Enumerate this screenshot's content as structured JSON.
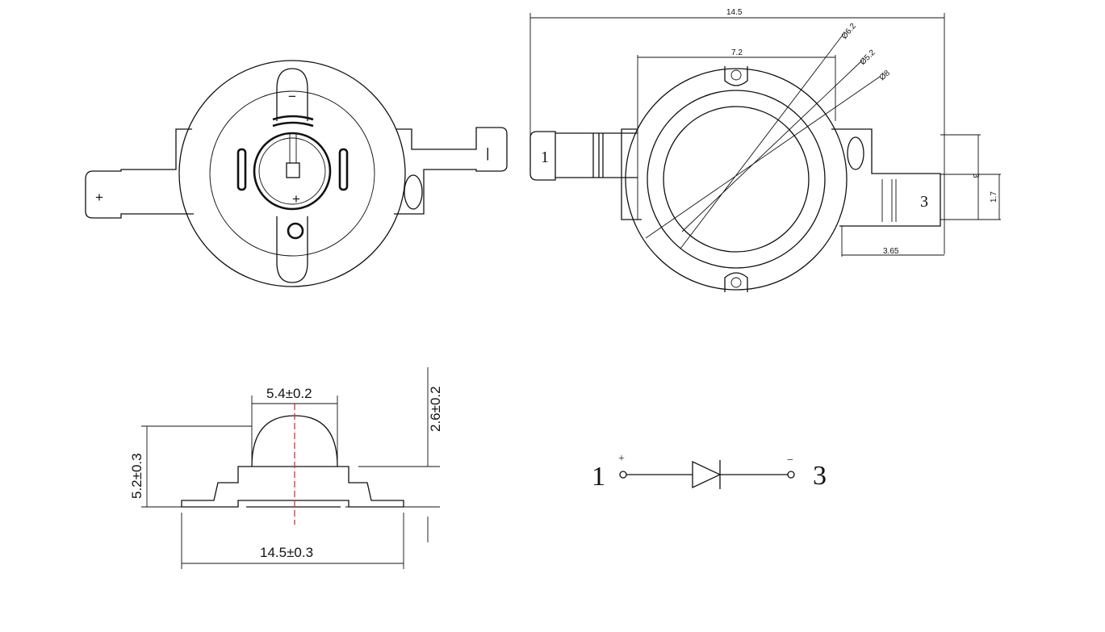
{
  "top_view": {
    "plus_terminal": "+",
    "minus_terminal": "|",
    "lens_minus": "−",
    "lens_plus": "+"
  },
  "dimension_view": {
    "overall_width": "14.5",
    "body_width": "7.2",
    "diameter_outer": "Ø6.2",
    "diameter_mid": "Ø5.2",
    "diameter_inner": "Ø8",
    "pin_left": "1",
    "pin_right": "3",
    "tab_height": "3",
    "pin_height": "1.7",
    "pin_length": "3.65"
  },
  "side_view": {
    "lens_width": "5.4±0.2",
    "lens_height": "2.6±0.2",
    "total_height": "5.2±0.3",
    "total_width": "14.5±0.3",
    "centerline_color": "#e03030"
  },
  "schematic": {
    "pin1": "1",
    "pin1_polarity": "+",
    "pin3": "3",
    "pin3_polarity": "−"
  }
}
